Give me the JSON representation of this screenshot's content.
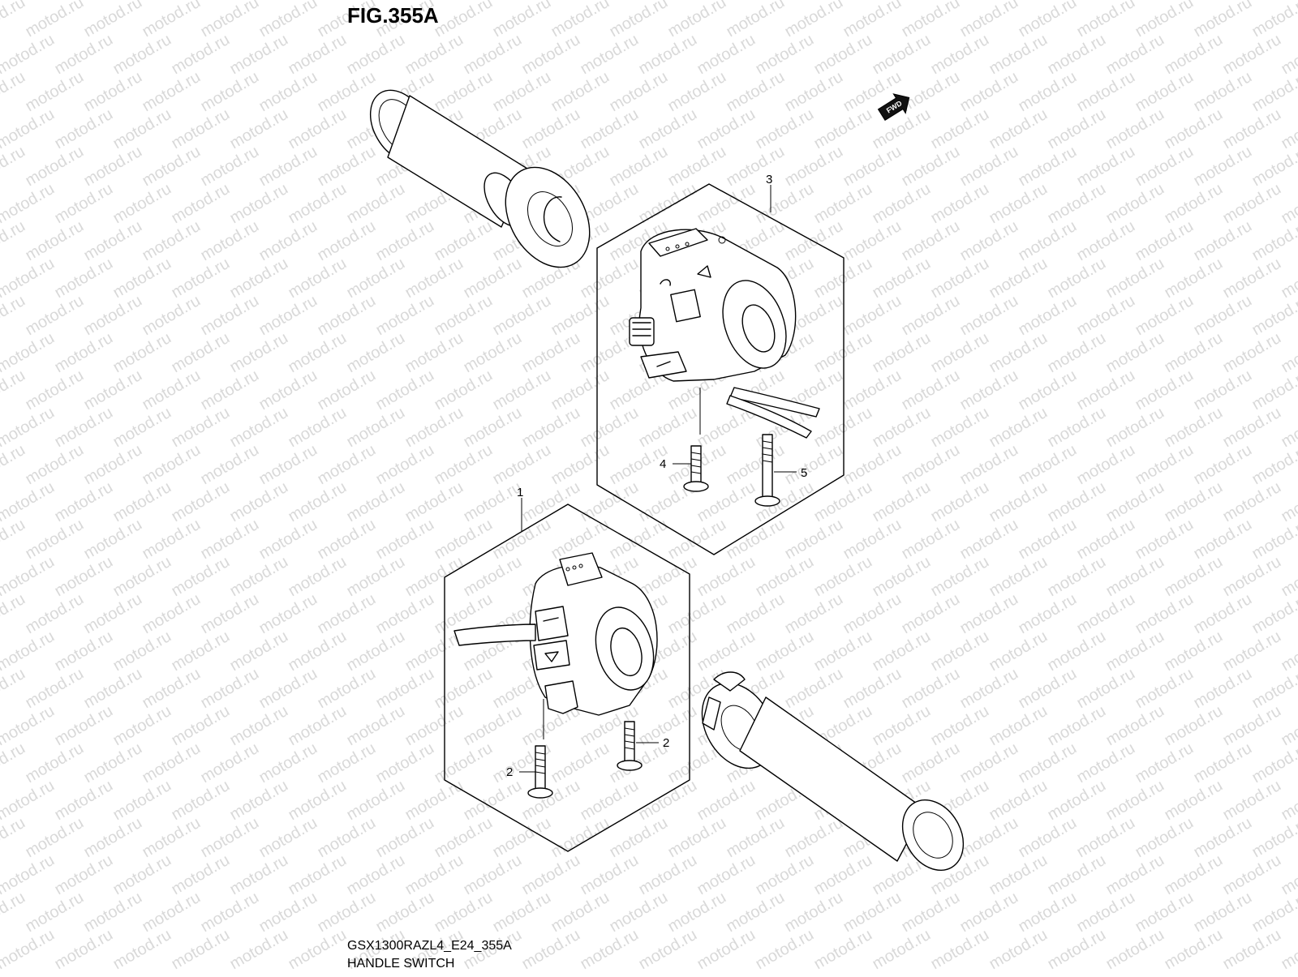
{
  "figure": {
    "title": "FIG.355A",
    "code": "GSX1300RAZL4_E24_355A",
    "name": "HANDLE SWITCH"
  },
  "watermark": {
    "text": "motod.ru",
    "color": "#d9d9d9"
  },
  "direction_badge": {
    "label": "FWD",
    "icon": "forward-arrow-icon"
  },
  "callouts": [
    {
      "id": "callout-1",
      "label": "1"
    },
    {
      "id": "callout-2a",
      "label": "2"
    },
    {
      "id": "callout-2b",
      "label": "2"
    },
    {
      "id": "callout-3",
      "label": "3"
    },
    {
      "id": "callout-4",
      "label": "4"
    },
    {
      "id": "callout-5",
      "label": "5"
    }
  ]
}
